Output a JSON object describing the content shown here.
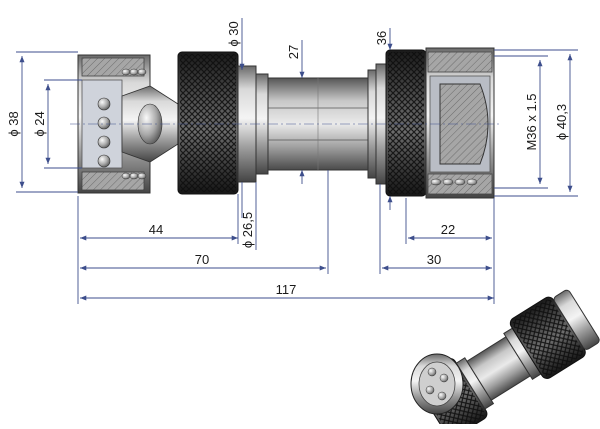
{
  "drawing": {
    "dimensions": {
      "outer_diameter_left": "ϕ 38",
      "inner_diameter_left": "ϕ 24",
      "sleeve_diameter": "ϕ 30",
      "hex_size": "27",
      "nut_size": "36",
      "thread": "M36 x 1.5",
      "outer_diameter_right": "ϕ 40,3",
      "neck_diameter": "ϕ 26,5",
      "length_44": "44",
      "length_70": "70",
      "length_117": "117",
      "length_22": "22",
      "length_30": "30"
    }
  },
  "colors": {
    "dimension_line": "#3d4e8c",
    "dimension_text": "#1a1a1a",
    "metal_light": "#d6d6d6",
    "metal_dark": "#4a4a4a",
    "knurl": "#262626",
    "section_fill": "#9a9a9a"
  }
}
